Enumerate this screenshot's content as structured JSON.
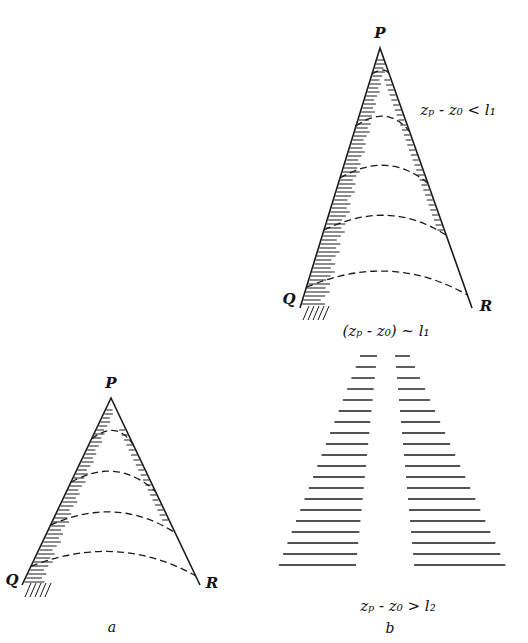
{
  "diagram": {
    "labels": [
      "P",
      "Q",
      "R",
      "P",
      "Q",
      "R",
      "zₚ - z₀ < l₁",
      "(zₚ - z₀) ~ l₁",
      "zₚ - z₀ > l₂",
      "a",
      "b"
    ]
  }
}
